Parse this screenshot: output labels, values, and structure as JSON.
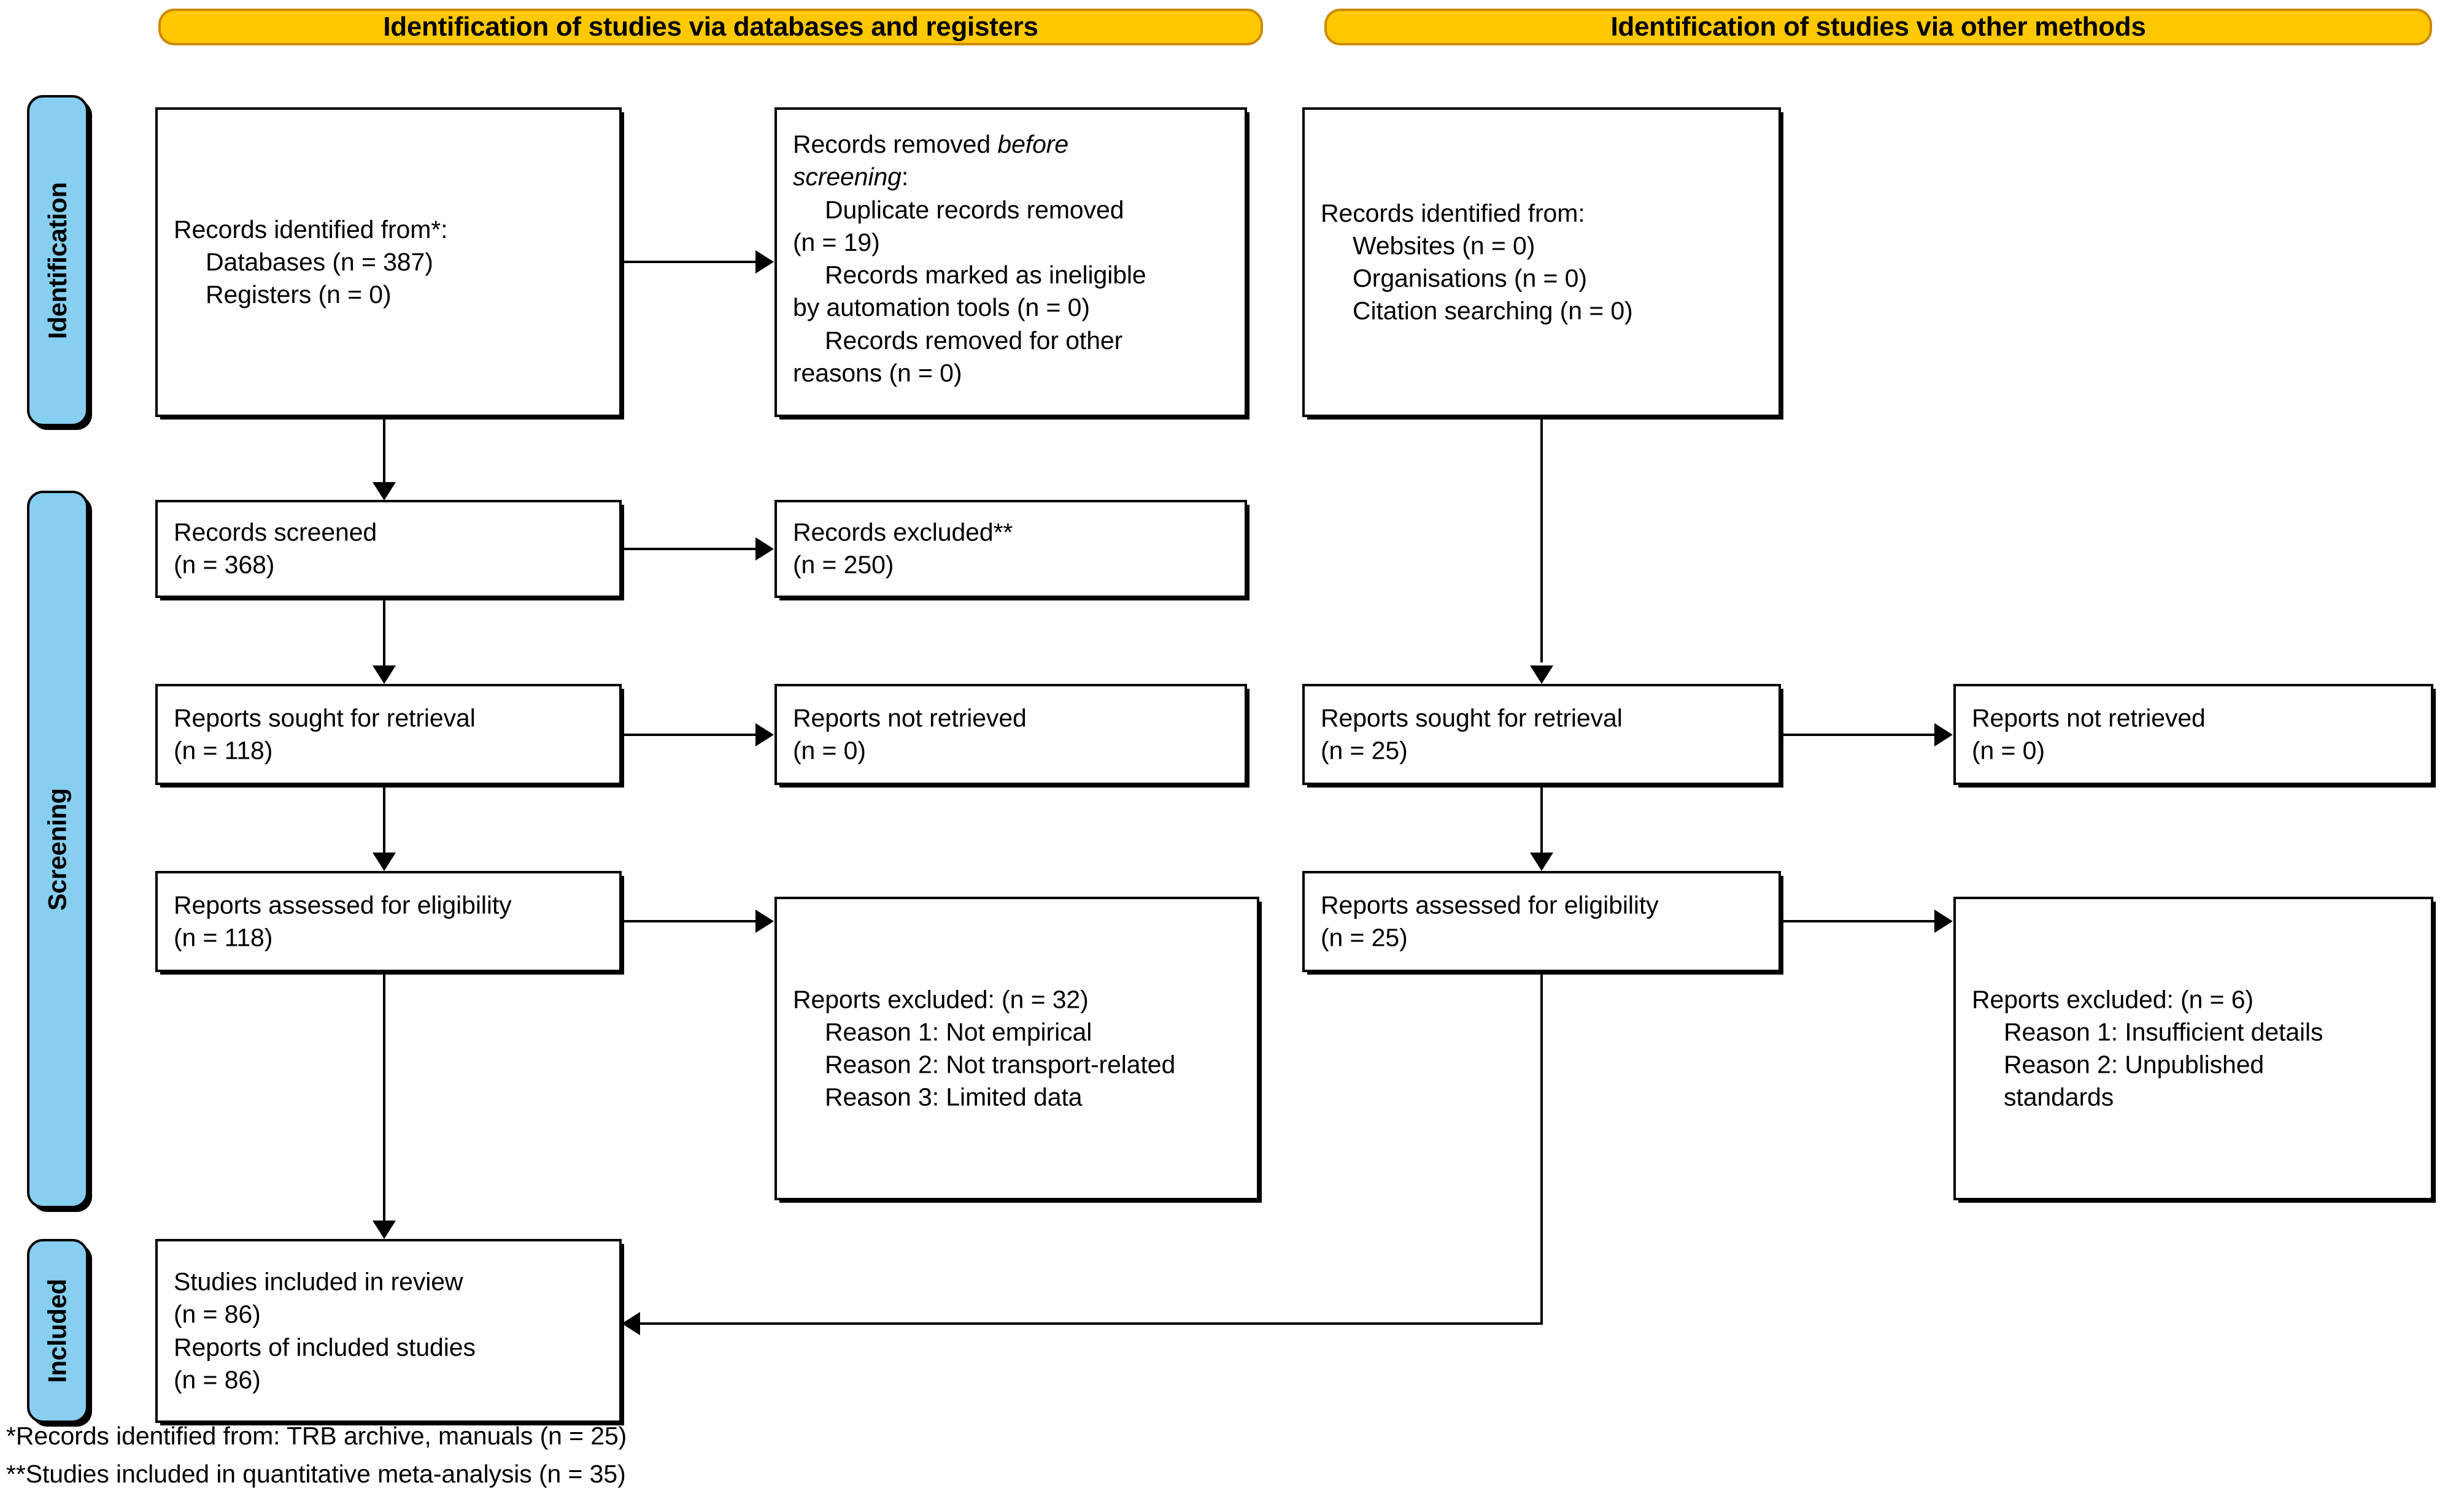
{
  "diagram": {
    "title": "PRISMA 2020 flow diagram",
    "colors": {
      "banner_fill": "#FFC800",
      "banner_border": "#CC8A00",
      "phase_fill": "#86CFF0",
      "box_border": "#000000",
      "background": "#FFFFFF"
    }
  },
  "banners": {
    "left": "Identification of studies via databases and registers",
    "right": "Identification of studies via other methods"
  },
  "phases": {
    "identification": "Identification",
    "screening": "Screening",
    "included": "Included"
  },
  "boxes": {
    "records_identified": {
      "line1": "Records identified from*:",
      "line2": "Databases (n = 387)",
      "line3": "Registers (n = 0)"
    },
    "records_removed": {
      "line1a": "Records removed ",
      "line1b": "before",
      "line2a": "screening",
      "line2b": ":",
      "line3": "Duplicate records removed",
      "line4": "(n = 19)",
      "line5": "Records marked as ineligible",
      "line6": "by automation tools (n = 0)",
      "line7": "Records removed for other",
      "line8": "reasons (n = 0)"
    },
    "records_screened": {
      "line1": "Records screened",
      "line2": "(n = 368)"
    },
    "records_excluded": {
      "line1": "Records excluded**",
      "line2": "(n = 250)"
    },
    "reports_sought_left": {
      "line1": "Reports sought for retrieval",
      "line2": "(n = 118)"
    },
    "reports_not_retrieved_left": {
      "line1": "Reports not retrieved",
      "line2": "(n = 0)"
    },
    "reports_assessed_left": {
      "line1": "Reports assessed for eligibility",
      "line2": "(n = 118)"
    },
    "reports_excluded_left": {
      "line1": "Reports excluded: (n = 32)",
      "line2": "Reason 1: Not empirical",
      "line3": "Reason 2: Not transport-related",
      "line4": "Reason 3: Limited data"
    },
    "records_identified_other": {
      "line1": "Records identified from:",
      "line2": "Websites (n = 0)",
      "line3": "Organisations (n = 0)",
      "line4": "Citation searching (n = 0)"
    },
    "reports_sought_right": {
      "line1": "Reports sought for retrieval",
      "line2": "(n = 25)"
    },
    "reports_not_retrieved_right": {
      "line1": "Reports not retrieved",
      "line2": "(n = 0)"
    },
    "reports_assessed_right": {
      "line1": "Reports assessed for eligibility",
      "line2": "(n = 25)"
    },
    "reports_excluded_right": {
      "line1": "Reports excluded: (n = 6)",
      "line2": "Reason 1: Insufficient details",
      "line3": "Reason 2: Unpublished",
      "line4": "standards"
    },
    "studies_included": {
      "line1": "Studies included in review",
      "line2": "(n = 86)",
      "line3": "Reports of included studies",
      "line4": "(n = 86)"
    }
  },
  "footnotes": {
    "one": "*Records identified from: TRB archive, manuals (n = 25)",
    "two": "**Studies included in quantitative meta-analysis (n = 35)"
  },
  "chart_data": {
    "type": "flow",
    "title": "PRISMA 2020 flow diagram",
    "counts": {
      "databases": 387,
      "registers": 0,
      "duplicates_removed": 19,
      "ineligible_by_automation": 0,
      "removed_other_reasons": 0,
      "records_screened": 368,
      "records_excluded": 250,
      "reports_sought_db": 118,
      "reports_not_retrieved_db": 0,
      "reports_assessed_db": 118,
      "reports_excluded_db": 32,
      "websites": 0,
      "organisations": 0,
      "citation_searching": 0,
      "reports_sought_other": 25,
      "reports_not_retrieved_other": 0,
      "reports_assessed_other": 25,
      "reports_excluded_other": 6,
      "studies_included": 86,
      "reports_of_included_studies": 86,
      "other_sources_total": 25,
      "meta_analysis": 35
    }
  }
}
